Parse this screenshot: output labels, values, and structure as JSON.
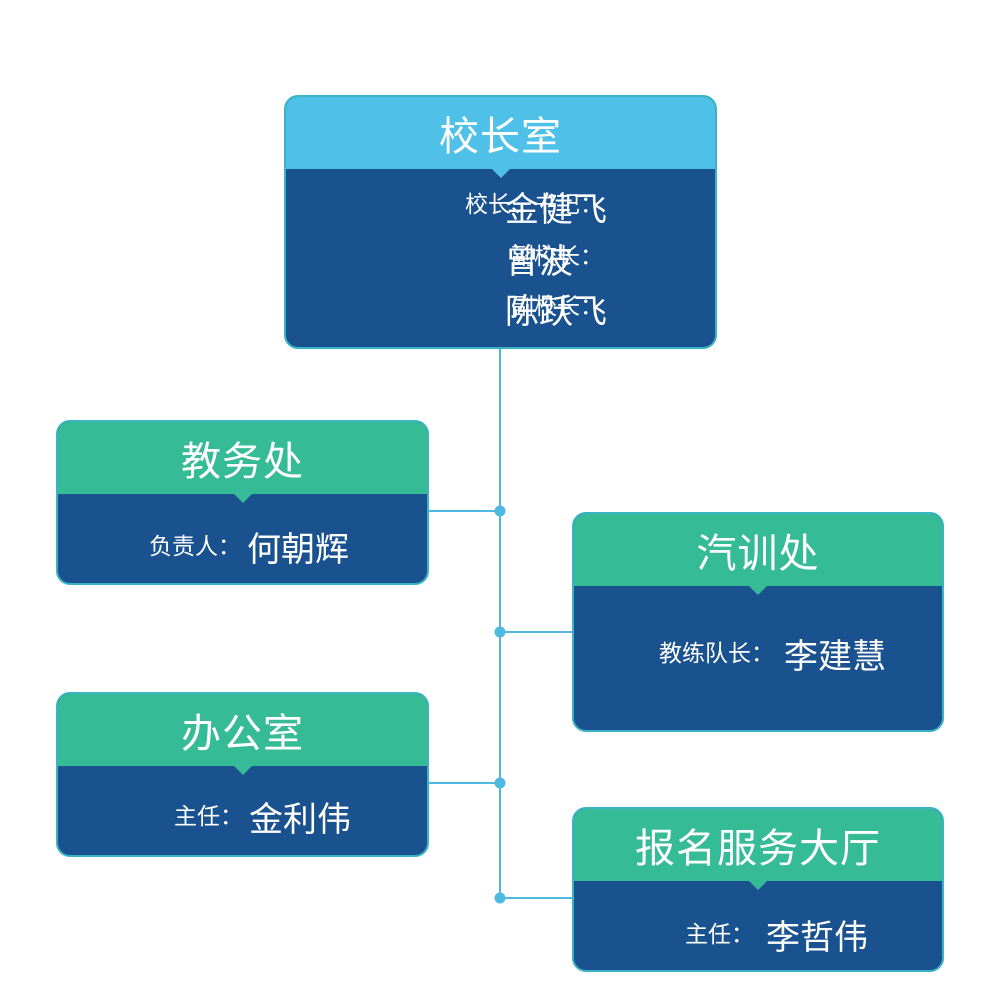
{
  "colors": {
    "head_blue": "#4fc1e8",
    "head_green": "#36bb97",
    "body_navy": "#1a5290",
    "border": "#3bb3c3",
    "line": "#4fb8e0"
  },
  "principal_office": {
    "title": "校长室",
    "rows": [
      {
        "label": "校长、书记：",
        "name": "金健飞"
      },
      {
        "label": "副校长：",
        "name": "曾波"
      },
      {
        "label": "副校长：",
        "name": "陈跃飞"
      }
    ]
  },
  "academic_office": {
    "title": "教务处",
    "rows": [
      {
        "label": "负责人：",
        "name": "何朝辉"
      }
    ]
  },
  "driving_training_office": {
    "title": "汽训处",
    "rows": [
      {
        "label": "教练队长：",
        "name": "李建慧"
      }
    ]
  },
  "general_office": {
    "title": "办公室",
    "rows": [
      {
        "label": "主任：",
        "name": "金利伟"
      }
    ]
  },
  "registration_hall": {
    "title": "报名服务大厅",
    "rows": [
      {
        "label": "主任：",
        "name": "李哲伟"
      }
    ]
  }
}
